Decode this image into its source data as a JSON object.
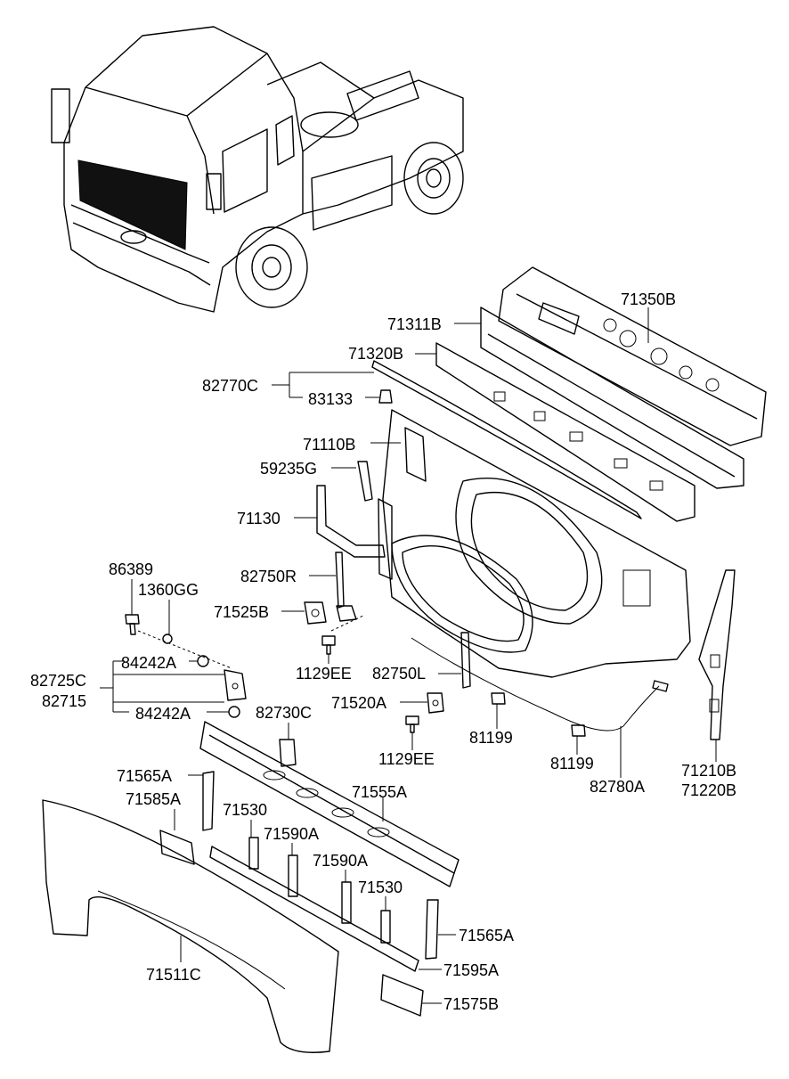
{
  "labels": {
    "l71350B": "71350B",
    "l71311B": "71311B",
    "l71320B": "71320B",
    "l82770C": "82770C",
    "l83133": "83133",
    "l71110B": "71110B",
    "l59235G": "59235G",
    "l71130": "71130",
    "l82750R": "82750R",
    "l86389": "86389",
    "l1360GG": "1360GG",
    "l71525B": "71525B",
    "l1129EE_a": "1129EE",
    "l82750L": "82750L",
    "l84242A_a": "84242A",
    "l82725C": "82725C",
    "l82715": "82715",
    "l84242A_b": "84242A",
    "l71520A": "71520A",
    "l82730C": "82730C",
    "l81199_a": "81199",
    "l1129EE_b": "1129EE",
    "l81199_b": "81199",
    "l71210B": "71210B",
    "l71220B": "71220B",
    "l82780A": "82780A",
    "l71565A_a": "71565A",
    "l71585A": "71585A",
    "l71555A": "71555A",
    "l71530_a": "71530",
    "l71590A_a": "71590A",
    "l71590A_b": "71590A",
    "l71530_b": "71530",
    "l71565A_b": "71565A",
    "l71511C": "71511C",
    "l71595A": "71595A",
    "l71575B": "71575B"
  },
  "icons": {
    "truck": "truck-illustration-icon"
  },
  "colors": {
    "line": "#000000",
    "background": "#ffffff"
  }
}
